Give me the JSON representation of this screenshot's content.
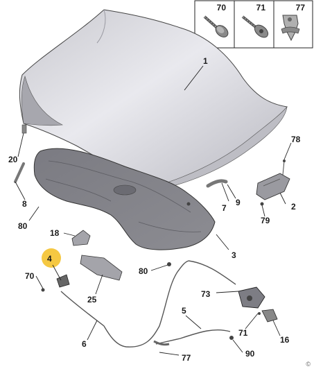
{
  "inset_parts": [
    {
      "ref": "70",
      "icon": "screw-icon"
    },
    {
      "ref": "71",
      "icon": "bolt-icon"
    },
    {
      "ref": "77",
      "icon": "clip-icon"
    }
  ],
  "callouts": {
    "c1": "1",
    "c20": "20",
    "c8": "8",
    "c80a": "80",
    "c18": "18",
    "c4": "4",
    "c70": "70",
    "c25": "25",
    "c80b": "80",
    "c6": "6",
    "c5": "5",
    "c77": "77",
    "c78": "78",
    "c2": "2",
    "c79": "79",
    "c7": "7",
    "c9": "9",
    "c3": "3",
    "c73": "73",
    "c71": "71",
    "c16": "16",
    "c90": "90"
  },
  "highlight_color": "#f5c842",
  "footer_ref": "©"
}
